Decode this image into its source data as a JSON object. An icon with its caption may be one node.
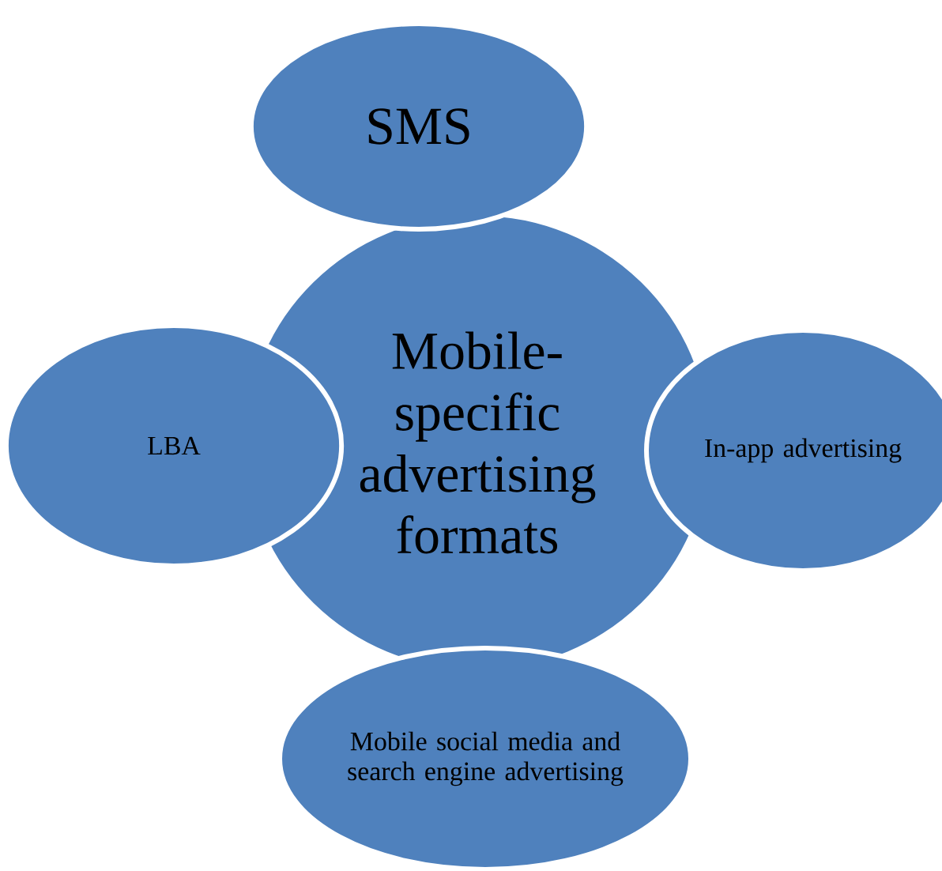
{
  "diagram": {
    "nodes": [
      {
        "text": [
          "Mobile-specific advertising formats"
        ]
      },
      {
        "text": [
          "SMS"
        ]
      },
      {
        "text": [
          "LBA"
        ]
      },
      {
        "text": [
          "In-app advertising"
        ]
      },
      {
        "text": [
          "Mobile social media and search engine advertising"
        ]
      }
    ]
  }
}
